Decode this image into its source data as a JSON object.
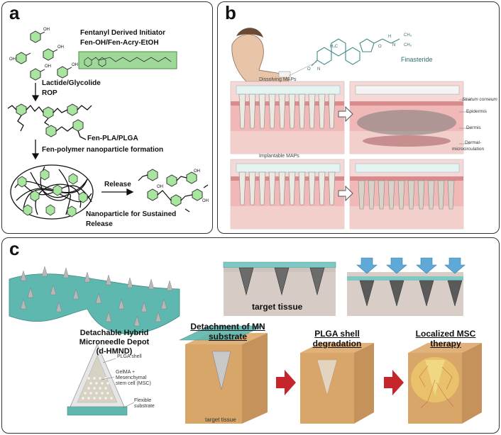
{
  "panel_a": {
    "label": "a",
    "initiator_title": "Fentanyl Derived Initiator",
    "initiator_sub": "Fen-OH/Fen-Acry-EtOH",
    "step1_l1": "Lactide/Glycolide",
    "step1_l2": "ROP",
    "polymer": "Fen-PLA/PLGA",
    "step2": "Fen-polymer nanoparticle formation",
    "release": "Release",
    "np_l1": "Nanoparticle for Sustained",
    "np_l2": "Release",
    "oh": "OH"
  },
  "panel_b": {
    "label": "b",
    "drug": "Finasteride",
    "dissolving": "Dissolving MAPs",
    "implantable": "Implantable MAPs",
    "layers": [
      "Stratum corneum",
      "Epidermis",
      "Dermis",
      "Dermal-",
      "microcirculation"
    ]
  },
  "panel_c": {
    "label": "c",
    "target_tissue": "target tissue",
    "device_l1": "Detachable Hybrid",
    "device_l2": "Microneedle Depot",
    "device_l3": "(d-HMND)",
    "plga_shell": "PLGA shell",
    "gelma_l1": "GelMA +",
    "gelma_l2": "Mesenchymal",
    "gelma_l3": "stem cell (MSC)",
    "flex_l1": "Flexible",
    "flex_l2": "substrate",
    "step1_l1": "Detachment of MN",
    "step1_l2": "substrate",
    "step2_l1": "PLGA shell",
    "step2_l2": "degradation",
    "step3_l1": "Localized MSC",
    "step3_l2": "therapy",
    "target_tissue_small": "target tissue"
  },
  "colors": {
    "hexagon": "#a8e6a0",
    "teal": "#5fb8b0",
    "tissue": "#d9a66a",
    "skin_pink": "#e8b2b4",
    "arrow_red": "#c4262b"
  }
}
